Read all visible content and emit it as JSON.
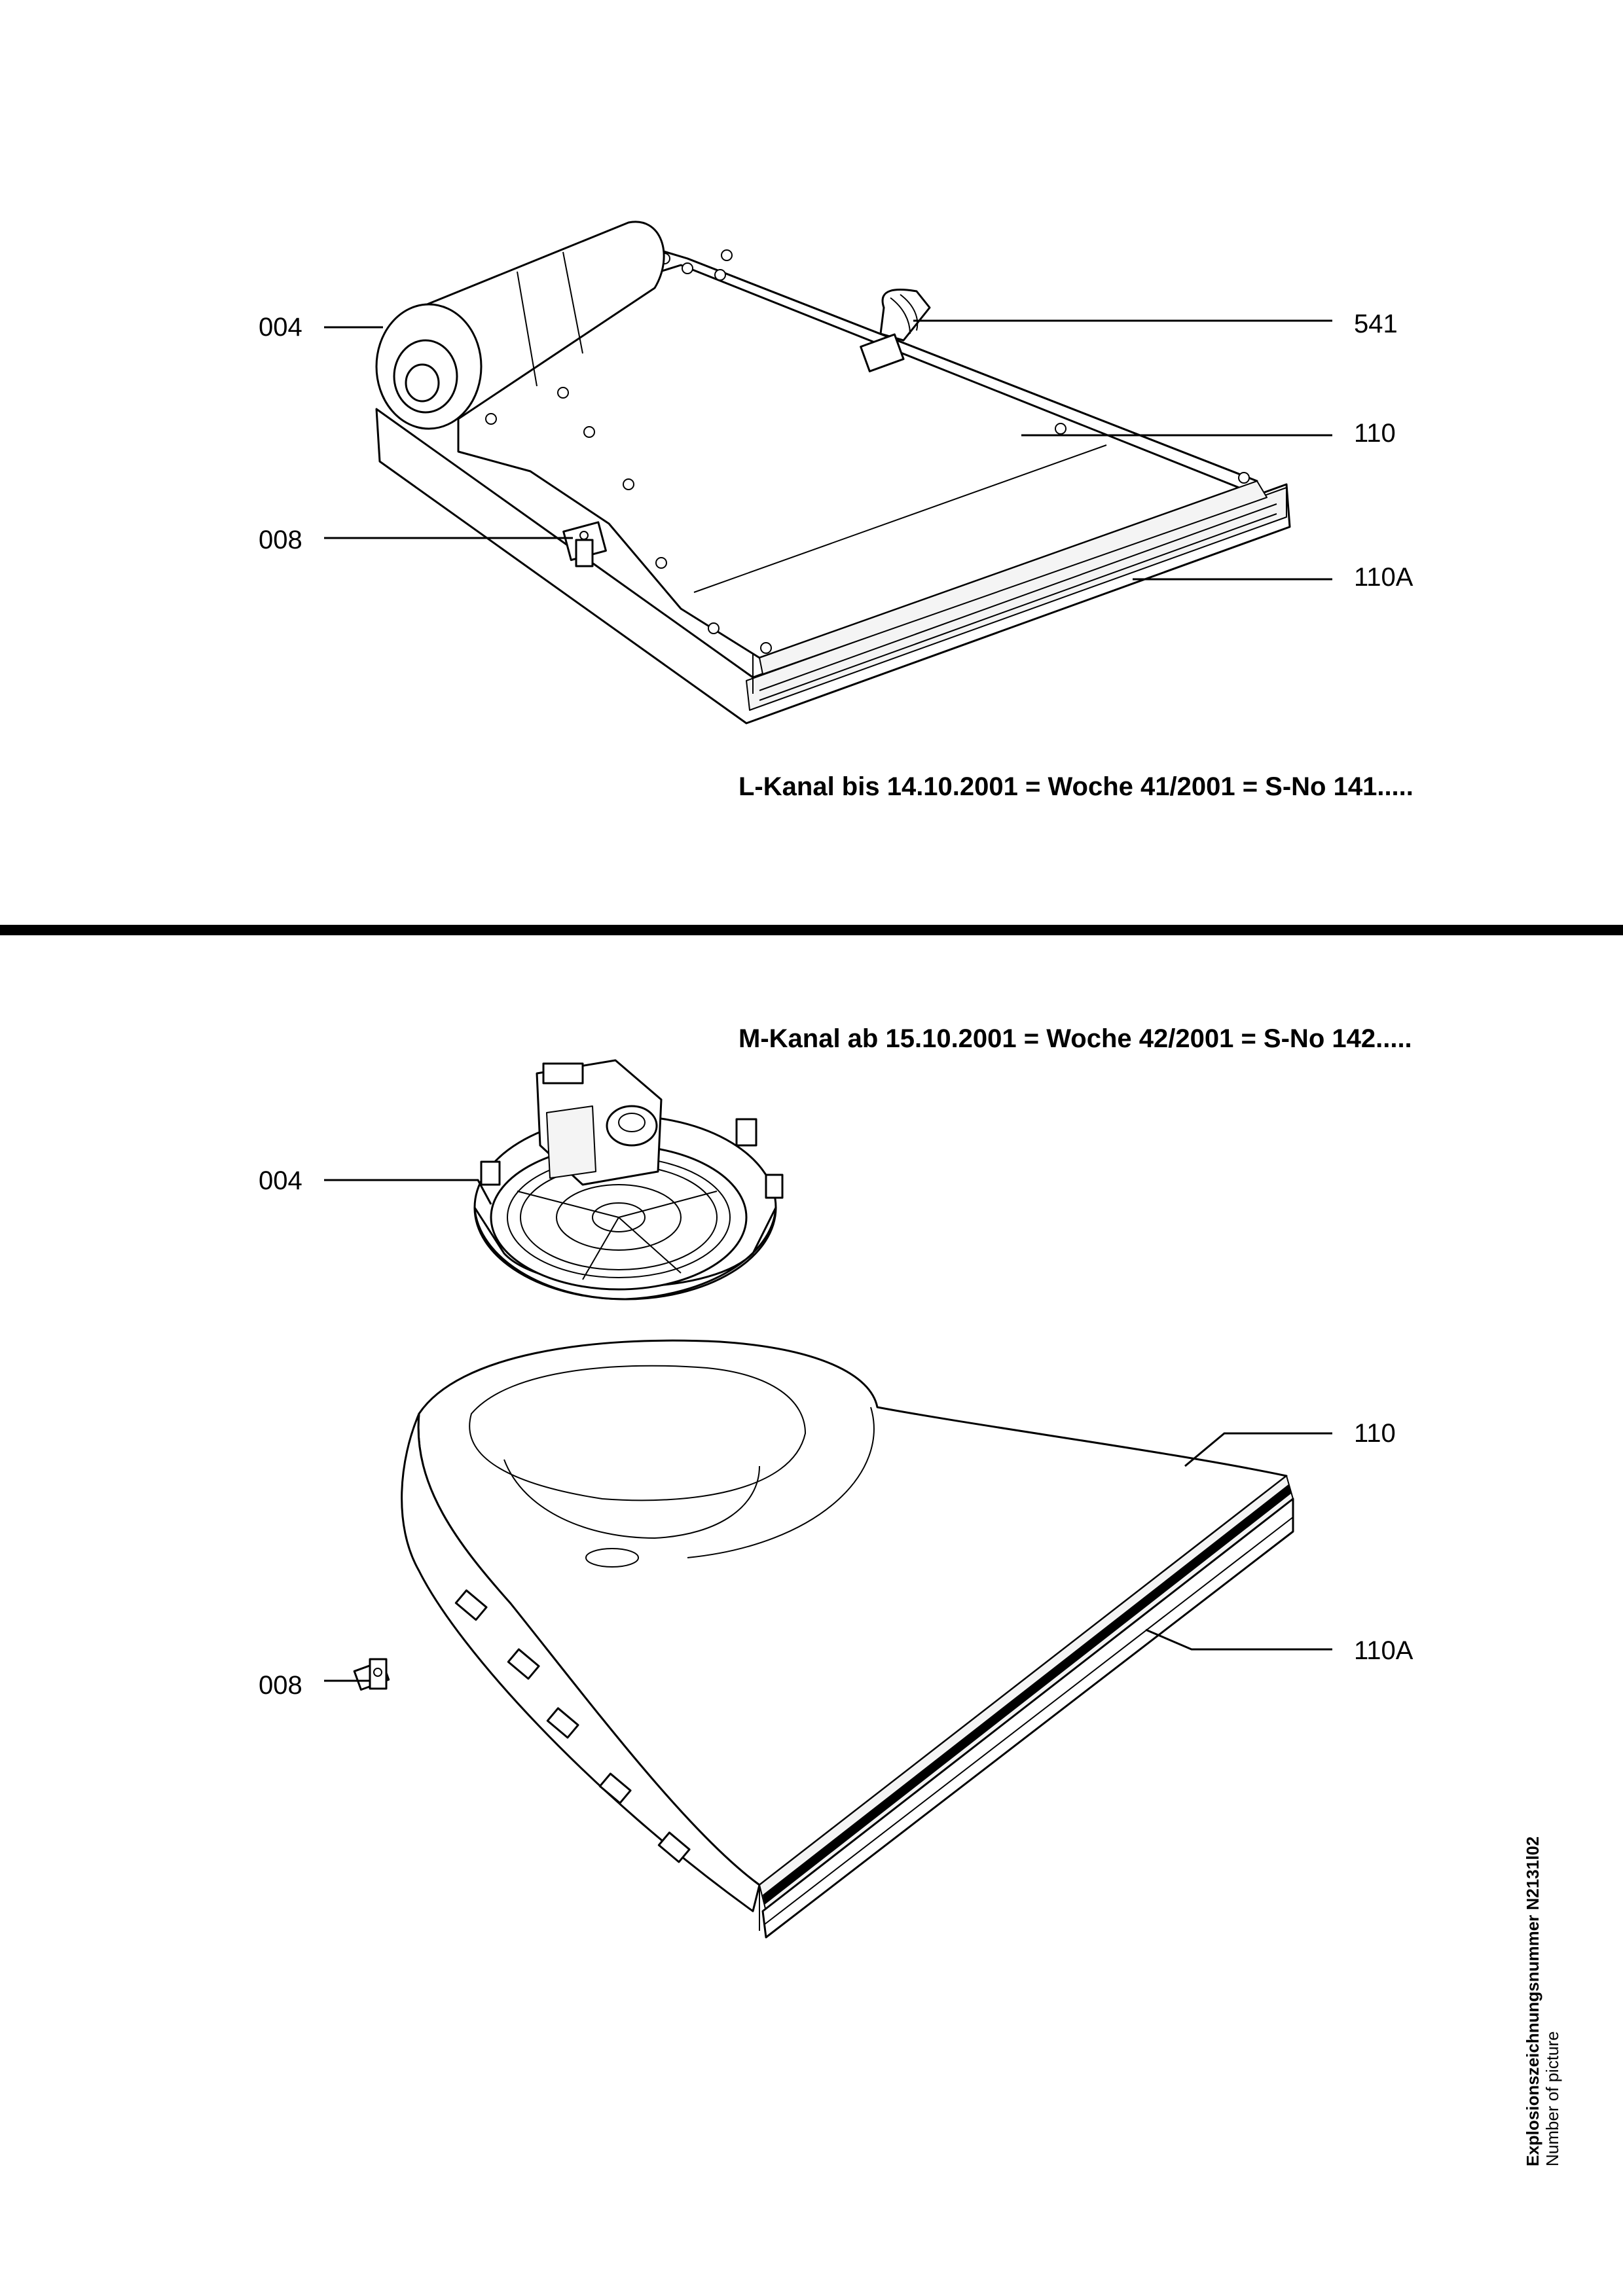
{
  "upper_section": {
    "caption": "L-Kanal bis 14.10.2001 = Woche 41/2001 = S-No 141.....",
    "callouts": {
      "c004": "004",
      "c008": "008",
      "c541": "541",
      "c110": "110",
      "c110a": "110A"
    }
  },
  "lower_section": {
    "caption": "M-Kanal ab 15.10.2001 = Woche 42/2001 = S-No 142.....",
    "callouts": {
      "c004": "004",
      "c008": "008",
      "c110": "110",
      "c110a": "110A"
    }
  },
  "picture_number": {
    "title": "Explosionszeichnungsnummer N2131l02",
    "subtitle": "Number of picture"
  }
}
